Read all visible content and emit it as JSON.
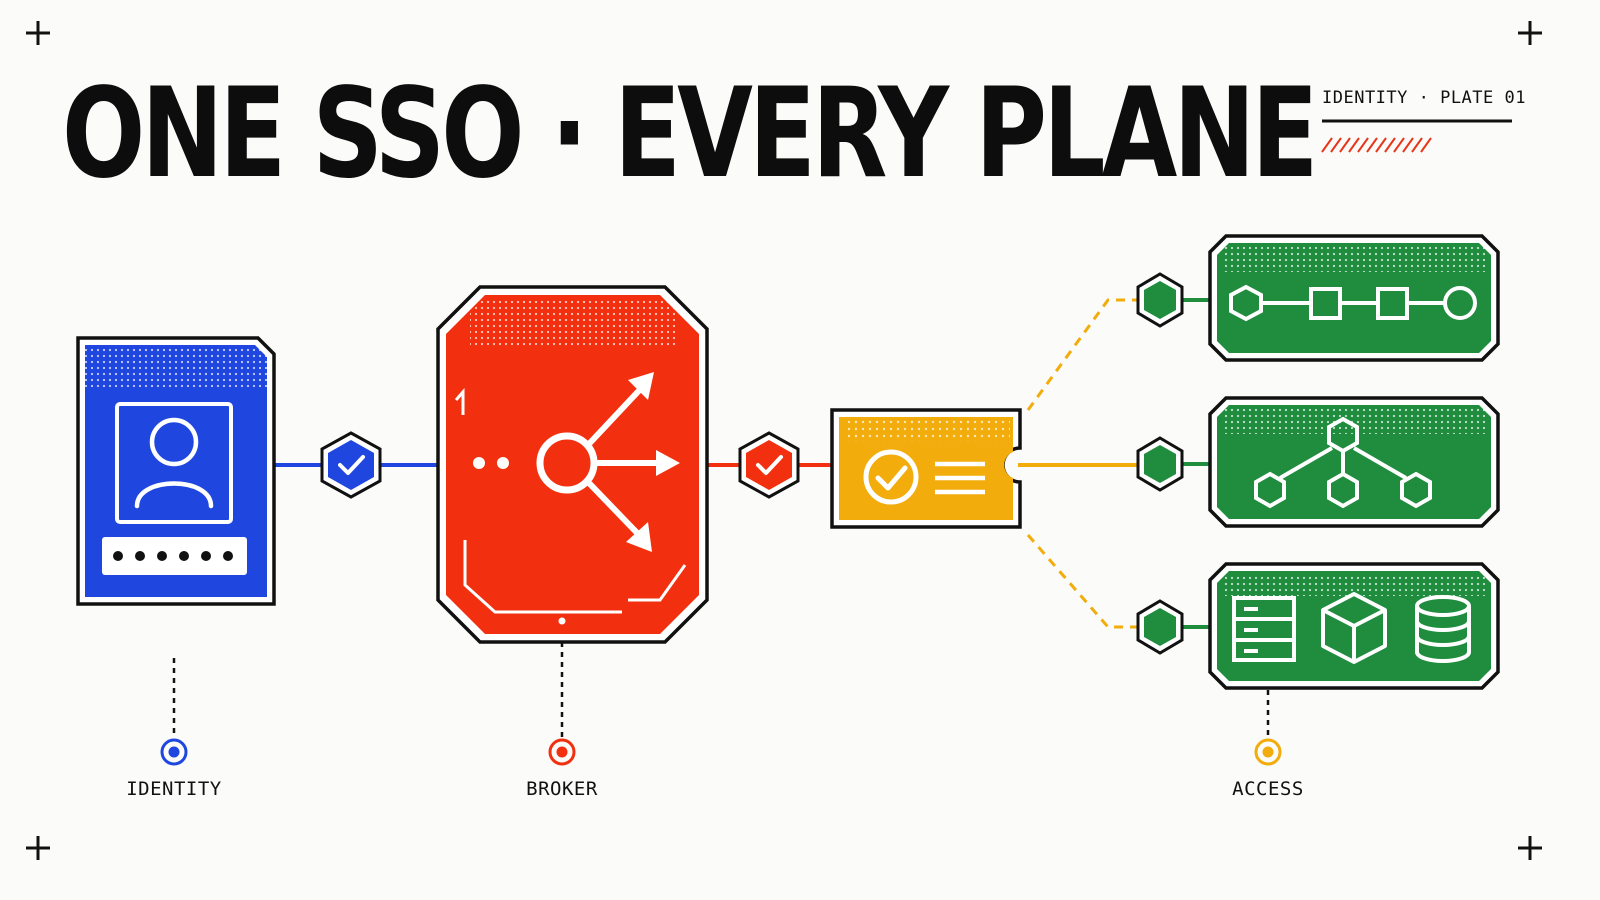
{
  "header": {
    "title": "ONE SSO · EVERY PLANE",
    "plate": "IDENTITY · PLATE 01"
  },
  "labels": {
    "identity": "IDENTITY",
    "broker": "BROKER",
    "access": "ACCESS"
  },
  "colors": {
    "identity": "#1f47e0",
    "broker": "#f2300f",
    "token": "#f2ac0b",
    "access": "#1f8c3e",
    "ink": "#111111"
  },
  "nodes": {
    "identity_card": {
      "icons": [
        "user-icon",
        "password-field"
      ]
    },
    "broker": {
      "icons": [
        "fan-out-arrows-icon"
      ]
    },
    "token": {
      "icons": [
        "check-circle-icon",
        "lines-icon"
      ]
    },
    "access_planes": [
      {
        "icons": [
          "hex-square-square-circle-chain-icon"
        ]
      },
      {
        "icons": [
          "hex-tree-icon"
        ]
      },
      {
        "icons": [
          "server-rack-icon",
          "cube-icon",
          "database-icon"
        ]
      }
    ]
  }
}
